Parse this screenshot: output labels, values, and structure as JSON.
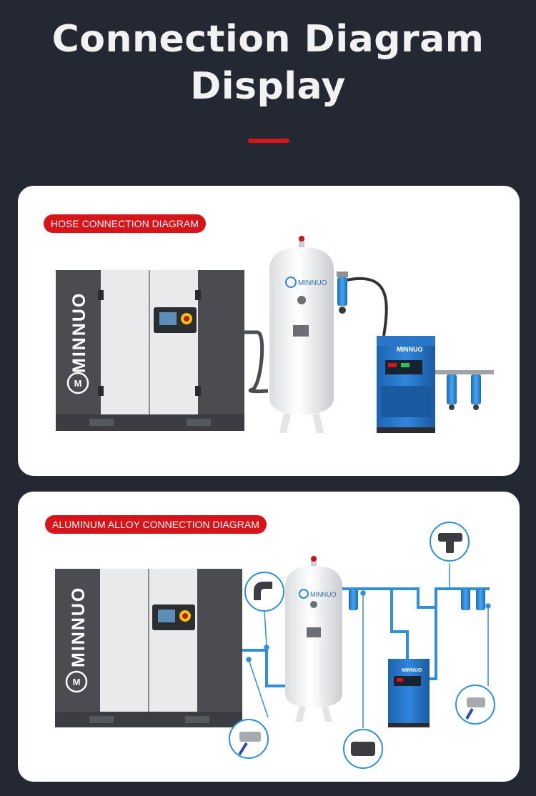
{
  "header": {
    "title_line1": "Connection Diagram",
    "title_line2": "Display"
  },
  "colors": {
    "background": "#232833",
    "accent": "#d7141a",
    "pipe_blue": "#2f8fd9",
    "dryer_blue": "#1f6fc4",
    "cabinet_dark": "#4a4c51"
  },
  "panels": [
    {
      "badge": "HOSE CONNECTION DIAGRAM",
      "brand": "MINNUO"
    },
    {
      "badge": "ALUMINUM ALLOY CONNECTION DIAGRAM",
      "brand": "MINNUO"
    }
  ]
}
